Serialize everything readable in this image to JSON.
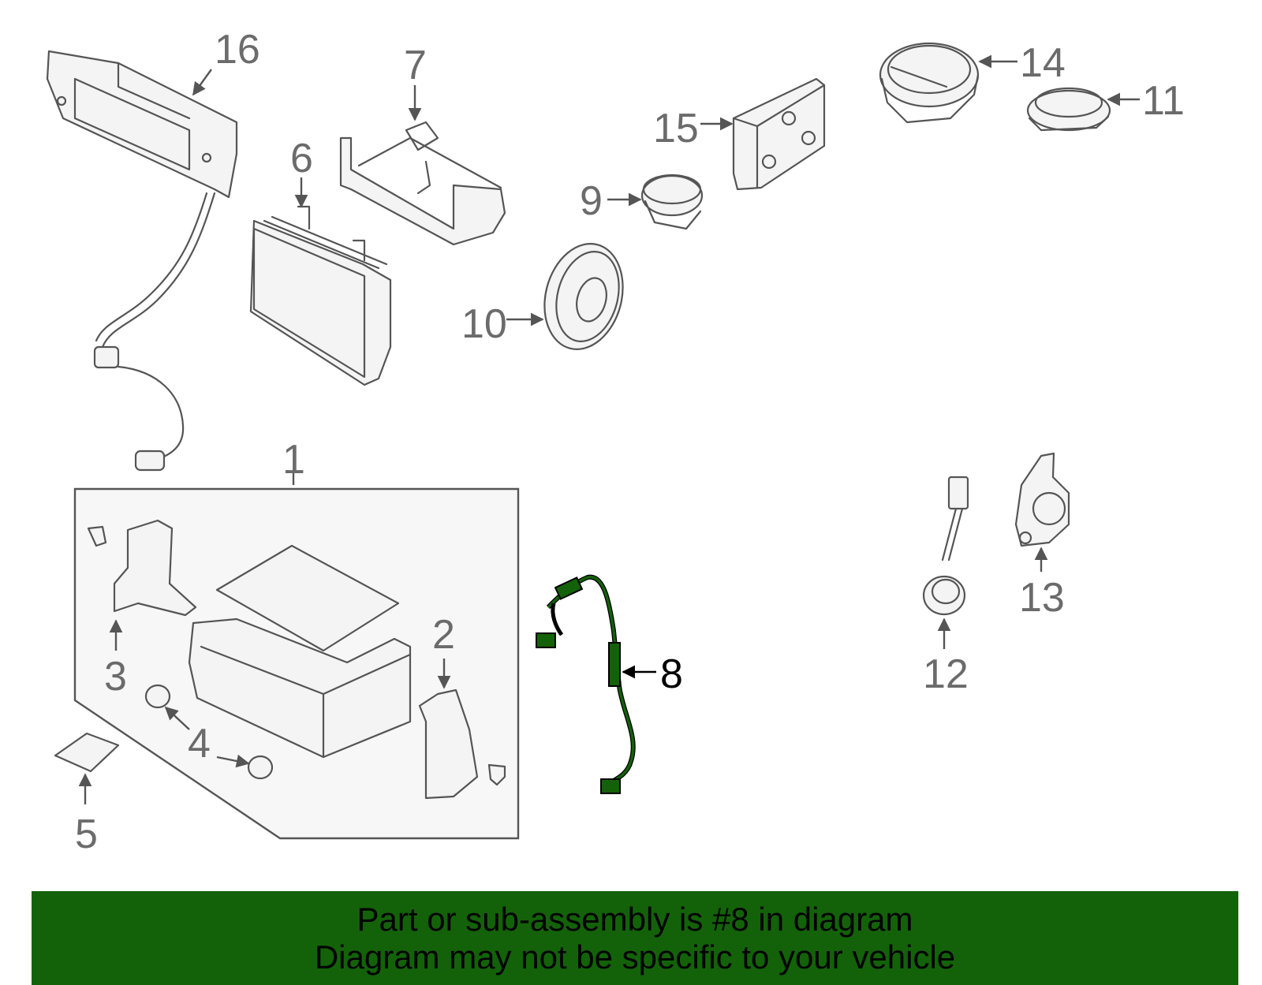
{
  "diagram": {
    "highlight_color": "#136209",
    "callouts": [
      {
        "id": "c1",
        "label": "1"
      },
      {
        "id": "c2",
        "label": "2"
      },
      {
        "id": "c3",
        "label": "3"
      },
      {
        "id": "c4",
        "label": "4"
      },
      {
        "id": "c5",
        "label": "5"
      },
      {
        "id": "c6",
        "label": "6"
      },
      {
        "id": "c7",
        "label": "7"
      },
      {
        "id": "c8",
        "label": "8",
        "highlighted": true
      },
      {
        "id": "c9",
        "label": "9"
      },
      {
        "id": "c10",
        "label": "10"
      },
      {
        "id": "c11",
        "label": "11"
      },
      {
        "id": "c12",
        "label": "12"
      },
      {
        "id": "c13",
        "label": "13"
      },
      {
        "id": "c14",
        "label": "14"
      },
      {
        "id": "c15",
        "label": "15"
      },
      {
        "id": "c16",
        "label": "16"
      }
    ]
  },
  "banner": {
    "background": "#136209",
    "line1": "Part or sub-assembly is #8 in diagram",
    "line2": "Diagram may not be specific to your vehicle"
  }
}
